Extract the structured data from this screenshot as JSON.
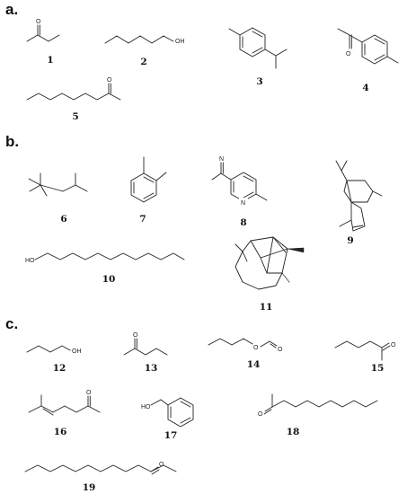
{
  "sections": [
    {
      "label": "a.",
      "compounds": [
        {
          "number": "1",
          "atoms": [
            "O"
          ]
        },
        {
          "number": "2",
          "atoms": [
            "OH"
          ]
        },
        {
          "number": "3",
          "atoms": []
        },
        {
          "number": "4",
          "atoms": [
            "O"
          ]
        },
        {
          "number": "5",
          "atoms": [
            "O"
          ]
        }
      ]
    },
    {
      "label": "b.",
      "compounds": [
        {
          "number": "6",
          "atoms": []
        },
        {
          "number": "7",
          "atoms": []
        },
        {
          "number": "8",
          "atoms": [
            "N"
          ]
        },
        {
          "number": "9",
          "atoms": []
        },
        {
          "number": "10",
          "atoms": [
            "HO"
          ]
        },
        {
          "number": "11",
          "atoms": []
        }
      ]
    },
    {
      "label": "c.",
      "compounds": [
        {
          "number": "12",
          "atoms": [
            "OH"
          ]
        },
        {
          "number": "13",
          "atoms": [
            "O"
          ]
        },
        {
          "number": "14",
          "atoms": [
            "O",
            "O"
          ]
        },
        {
          "number": "15",
          "atoms": [
            "O"
          ]
        },
        {
          "number": "16",
          "atoms": [
            "O"
          ]
        },
        {
          "number": "17",
          "atoms": [
            "HO"
          ]
        },
        {
          "number": "18",
          "atoms": [
            "O"
          ]
        },
        {
          "number": "19",
          "atoms": [
            "O"
          ]
        }
      ]
    }
  ]
}
